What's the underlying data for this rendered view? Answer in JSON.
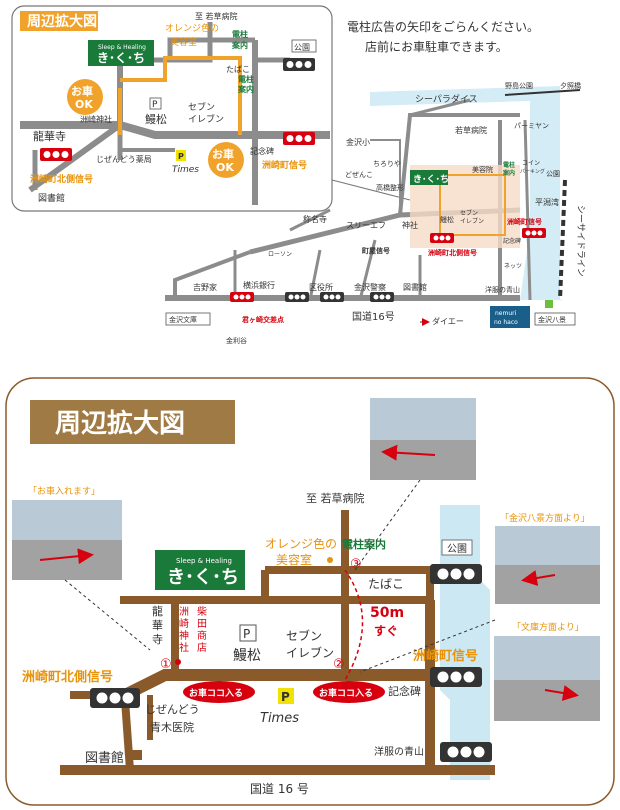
{
  "top": {
    "inset_title": "周辺拡大図",
    "note_line1": "電柱広告の矢印をごらんください。",
    "note_line2": "店前にお車駐車できます。",
    "inset": {
      "hospital": "至 若草病院",
      "orange_salon": [
        "オレンジ色の",
        "美容室"
      ],
      "pole": [
        "電柱",
        "案内"
      ],
      "pole2": [
        "電柱",
        "案内"
      ],
      "park": "公園",
      "tobacco": "たばこ",
      "car_ok": [
        "お車",
        "OK"
      ],
      "ryukaji": "龍華寺",
      "shrine": "洲崎神社",
      "p": "P",
      "parking": "鰻松",
      "seven": [
        "セブン",
        "イレブン"
      ],
      "jizendo": "じぜんどう薬局",
      "times": "Times",
      "kinenhi": "記念碑",
      "signal_n": "洲崎町北側信号",
      "signal_s": "洲崎町信号",
      "library": "図書館",
      "logo_small": "Sleep & Healing",
      "logo_main": "き･く･ち"
    },
    "overview": {
      "yokohama_park": "野島公園",
      "yuhiro": "夕照橋",
      "seaside": "シーパラダイス",
      "wakakusa": "若草病院",
      "parmacy": "パーミヤン",
      "kanazawa_elem": "金沢小",
      "chiroriya": "ちろりや",
      "dozen": "どぜんこ",
      "takahama": "高橋整形",
      "beauty": "美容院",
      "pole": [
        "電柱",
        "案内"
      ],
      "coin": [
        "コイン",
        "パーキング"
      ],
      "park": "公園",
      "hiragata": "平潟湾",
      "seaside_line": "シーサイドライン",
      "shrine": "神社",
      "unamatsu": "鰻松",
      "seven": [
        "セブン",
        "イレブン"
      ],
      "shoe": "称名寺",
      "suef": "スリーエフ",
      "lawson": "ローソン",
      "signal_s": "洲崎町信号",
      "signal_n": "洲崎町北側信号",
      "kinenhi": "記念碑",
      "signal_c": "町屋信号",
      "nesse": "ネッツ",
      "yoshinoya": "吉野家",
      "yokohama_bank": "横浜銀行",
      "kuyakusho": "区役所",
      "police": "金沢警察",
      "library": "図書館",
      "yofuku": "洋服の青山",
      "kanazawa_bunko": "金沢文庫",
      "kimigasaki": "君ヶ崎交差点",
      "route16": "国道16号",
      "daiei": "ダイエー",
      "kanazawa_hakkei": "金沢八景",
      "kanariya": "金利谷",
      "nemuri": [
        "nemuri",
        "no haco"
      ],
      "logo_main": "き･く･ち"
    }
  },
  "bottom": {
    "title": "周辺拡大図",
    "hospital": "至 若草病院",
    "orange_salon": [
      "オレンジ色の",
      "美容室"
    ],
    "pole_guide": "電柱案内",
    "marker3": "③",
    "park": "公園",
    "tobacco": "たばこ",
    "distance": "50m",
    "soon": "すぐ",
    "ryukaji": [
      "龍",
      "華",
      "寺"
    ],
    "shrine": [
      "洲",
      "崎",
      "神",
      "社"
    ],
    "shibata": [
      "柴",
      "田",
      "商",
      "店"
    ],
    "p": "P",
    "unamatsu": "鰻松",
    "seven": [
      "セブン",
      "イレブン"
    ],
    "marker1": "①",
    "marker2": "②",
    "signal_n": "洲崎町北側信号",
    "signal_s": "洲崎町信号",
    "enter_here": "お車ココ入る",
    "kinenhi": "記念碑",
    "jizendo": "じぜんどう",
    "aoki": "青木医院",
    "times": "Times",
    "library": "図書館",
    "yofuku": "洋服の青山",
    "route16": "国道 16 号",
    "photo_enter": "「お車入れます」",
    "photo_hakkei": "「金沢八景方面より」",
    "photo_bunko": "「文庫方面より」",
    "logo_small": "Sleep & Healing",
    "logo_main": "き･く･ち"
  },
  "colors": {
    "road_brown": "#8b5a2b",
    "road_gray": "#8c8c8c",
    "orange": "#e8930c",
    "red": "#d7000f",
    "green": "#1a7a3a",
    "water": "#d4ecf5",
    "title_bg": "#a07a45"
  }
}
